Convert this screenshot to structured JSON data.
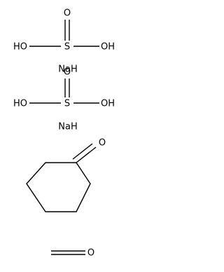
{
  "structures": {
    "sulfurous_acid_1": {
      "sulfur": "S",
      "oxygen_top": "O",
      "hydroxyl_left": "HO",
      "hydroxyl_right": "OH"
    },
    "sodium_hydride_1": {
      "label": "NaH"
    },
    "sulfurous_acid_2": {
      "sulfur": "S",
      "oxygen_top": "O",
      "hydroxyl_left": "HO",
      "hydroxyl_right": "OH"
    },
    "sodium_hydride_2": {
      "label": "NaH"
    },
    "cyclohexanone": {
      "oxygen": "O"
    },
    "formaldehyde": {
      "oxygen": "O"
    }
  },
  "colors": {
    "bond": "#000000",
    "text": "#000000",
    "background": "#ffffff"
  }
}
